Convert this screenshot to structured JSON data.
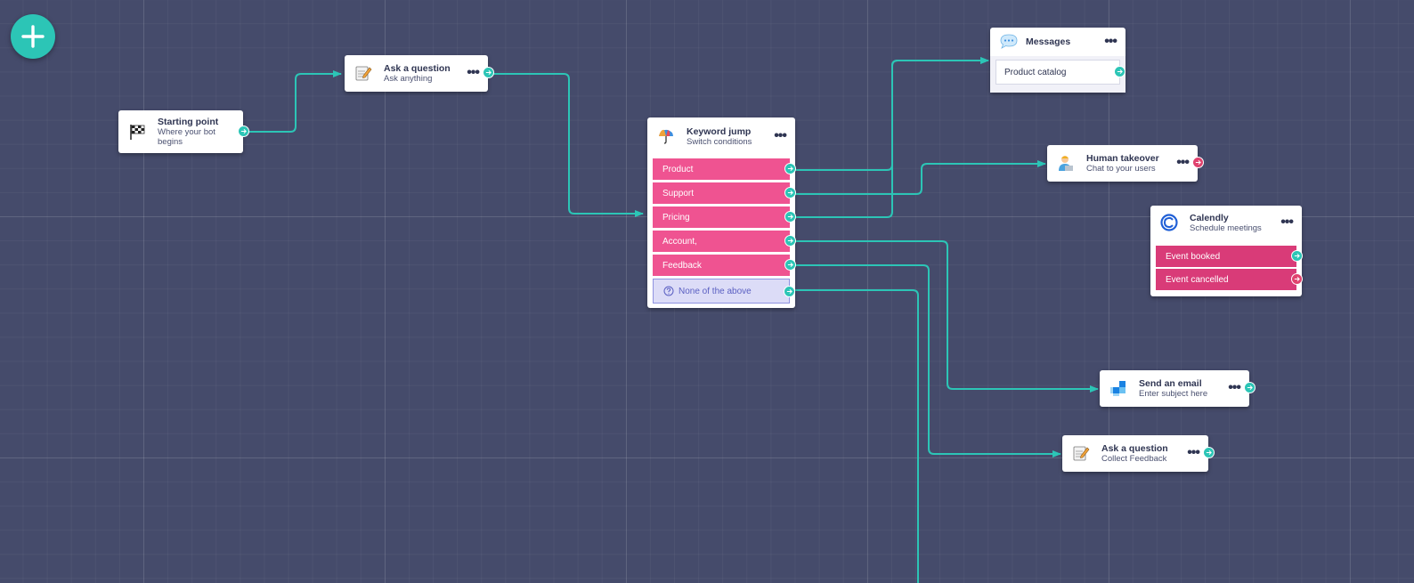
{
  "nodes": {
    "start": {
      "title": "Starting point",
      "subtitle": "Where your bot begins",
      "icon": "checkered-flag-icon"
    },
    "ask1": {
      "title": "Ask a question",
      "subtitle": "Ask anything",
      "icon": "notepad-pencil-icon"
    },
    "keyword": {
      "title": "Keyword jump",
      "subtitle": "Switch conditions",
      "icon": "umbrella-icon",
      "branches": [
        {
          "label": "Product"
        },
        {
          "label": "Support"
        },
        {
          "label": "Pricing"
        },
        {
          "label": "Account,"
        },
        {
          "label": "Feedback"
        }
      ],
      "fallback": {
        "label": "None of the above"
      }
    },
    "messages": {
      "title": "Messages",
      "icon": "chat-bubble-icon",
      "items": [
        {
          "label": "Product catalog"
        }
      ]
    },
    "human": {
      "title": "Human takeover",
      "subtitle": "Chat to your users",
      "icon": "agent-icon"
    },
    "calendly": {
      "title": "Calendly",
      "subtitle": "Schedule meetings",
      "icon": "calendly-icon",
      "events": [
        {
          "label": "Event booked"
        },
        {
          "label": "Event cancelled"
        }
      ]
    },
    "email": {
      "title": "Send an email",
      "subtitle": "Enter subject here",
      "icon": "email-blocks-icon"
    },
    "ask2": {
      "title": "Ask a question",
      "subtitle": "Collect Feedback",
      "icon": "notepad-pencil-icon"
    }
  },
  "colors": {
    "canvas": "#454b6b",
    "connector": "#2cc5b6",
    "branch": "#ef5391",
    "branch_dark": "#d93b78",
    "fallback": "#dcdcf7",
    "port_red": "#e0426e"
  }
}
